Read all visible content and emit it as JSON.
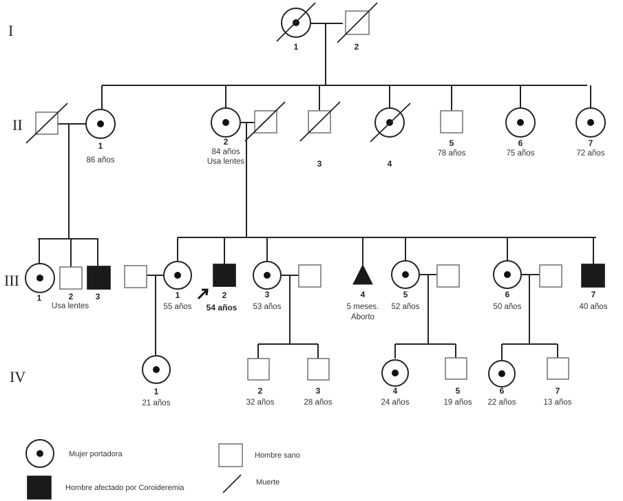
{
  "generations": [
    "I",
    "II",
    "III",
    "IV"
  ],
  "gen_I": [
    {
      "num": "1"
    },
    {
      "num": "2"
    }
  ],
  "gen_II": [
    {
      "num": "1",
      "age": "86 años"
    },
    {
      "num": "2",
      "age": "84 años",
      "note": "Usa lentes"
    },
    {
      "num": "3"
    },
    {
      "num": "4"
    },
    {
      "num": "5",
      "age": "78 años"
    },
    {
      "num": "6",
      "age": "75 años"
    },
    {
      "num": "7",
      "age": "72 años"
    }
  ],
  "gen_III": [
    {
      "num": "1"
    },
    {
      "num": "2",
      "note": "Usa lentes"
    },
    {
      "num": "3"
    },
    {
      "num": "1",
      "age": "55 años"
    },
    {
      "num": "2",
      "age": "54 años"
    },
    {
      "num": "3",
      "age": "53 años"
    },
    {
      "num": "4",
      "age": "5 meses.",
      "note": "Aborto"
    },
    {
      "num": "5",
      "age": "52 años"
    },
    {
      "num": "6",
      "age": "50 años"
    },
    {
      "num": "7",
      "age": "40 años"
    }
  ],
  "gen_IV": [
    {
      "num": "1",
      "age": "21 años"
    },
    {
      "num": "2",
      "age": "32 años"
    },
    {
      "num": "3",
      "age": "28 años"
    },
    {
      "num": "4",
      "age": "24 años"
    },
    {
      "num": "5",
      "age": "19 años"
    },
    {
      "num": "6",
      "age": "22 años"
    },
    {
      "num": "7",
      "age": "13 años"
    }
  ],
  "legend": {
    "carrier_female": "Mujer portadora",
    "affected_male": "Hombre afectado por Coroideremia",
    "healthy_male": "Hombre sano",
    "death": "Muerte"
  }
}
